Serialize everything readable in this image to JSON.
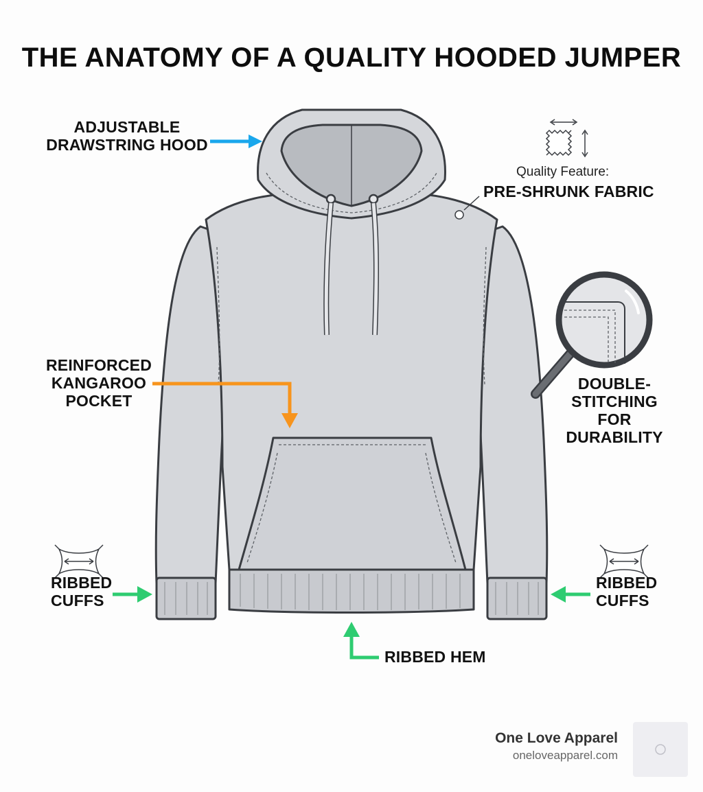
{
  "title": "THE ANATOMY OF A QUALITY HOODED JUMPER",
  "callouts": {
    "hood": [
      "ADJUSTABLE",
      "DRAWSTRING HOOD"
    ],
    "fabric_prefix": "Quality Feature:",
    "fabric": "PRE-SHRUNK FABRIC",
    "stitching": [
      "DOUBLE-",
      "STITCHING",
      "FOR",
      "DURABILITY"
    ],
    "pocket": [
      "REINFORCED",
      "KANGAROO",
      "POCKET"
    ],
    "cuffs_left": [
      "RIBBED",
      "CUFFS"
    ],
    "cuffs_right": [
      "RIBBED",
      "CUFFS"
    ],
    "hem": "RIBBED HEM"
  },
  "brand": {
    "name": "One Love Apparel",
    "url": "oneloveapparel.com"
  },
  "colors": {
    "hood_arrow": "#1aa7ec",
    "pocket_arrow": "#f7941d",
    "rib_arrow": "#2ecc71",
    "garment_fill": "#d5d7db",
    "outline": "#3a3d42"
  },
  "icons": [
    "pre-shrunk-fabric-icon",
    "magnifier-icon",
    "stretch-icon",
    "logo-icon"
  ]
}
